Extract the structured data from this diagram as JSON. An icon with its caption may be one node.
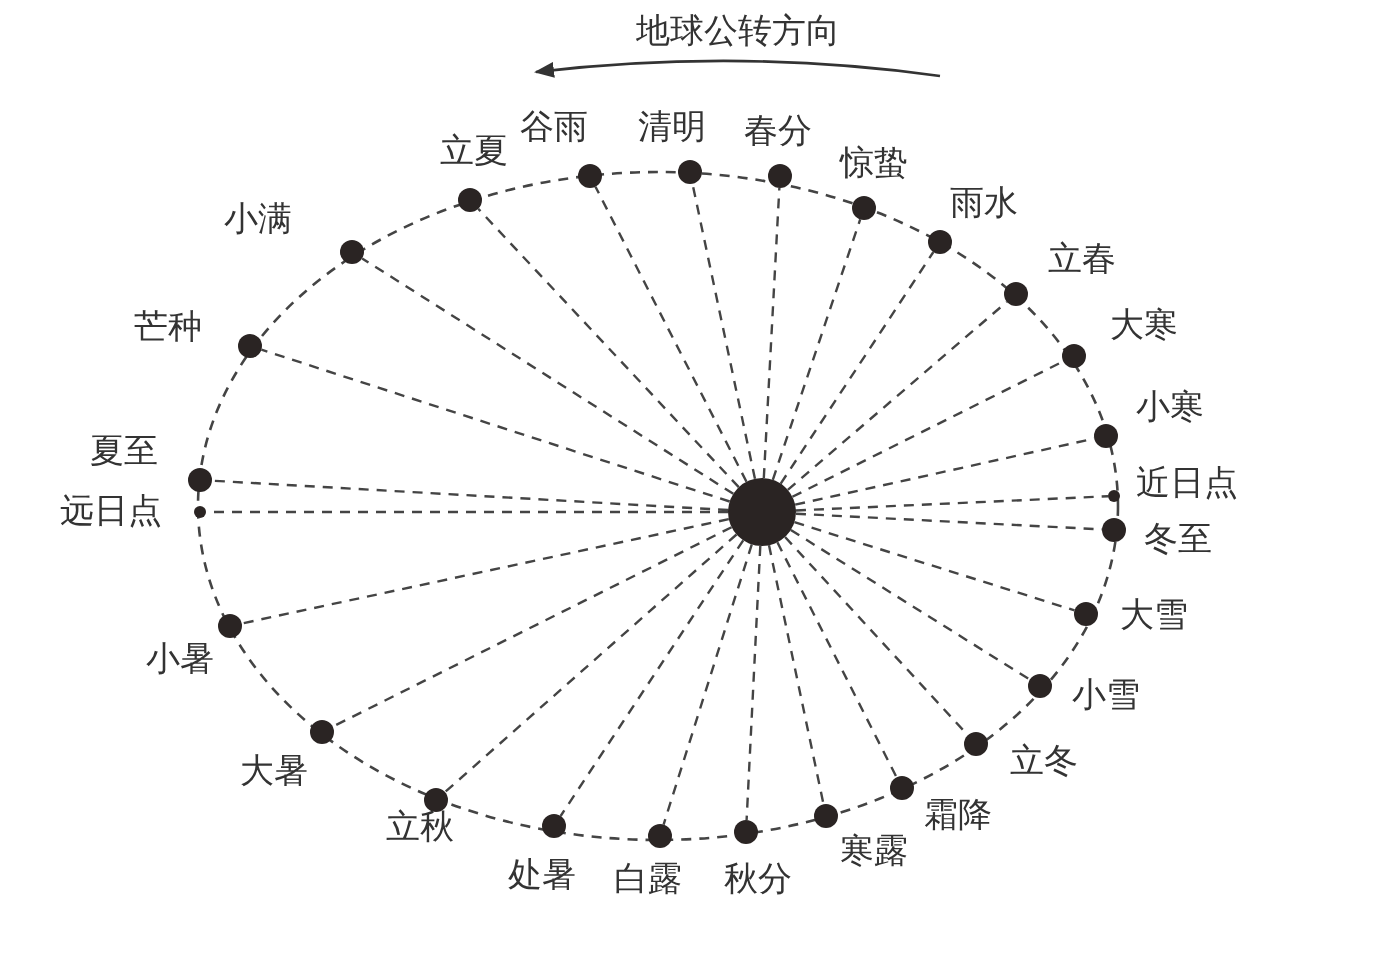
{
  "diagram": {
    "nodes": [
      {
        "text": [],
        "shape": "circle"
      },
      {
        "text": [],
        "shape": "circle",
        "beside": [
          "立夏"
        ]
      },
      {
        "text": [],
        "shape": "circle",
        "beside": [
          "谷雨"
        ]
      },
      {
        "text": [],
        "shape": "circle",
        "beside": [
          "清明"
        ]
      },
      {
        "text": [],
        "shape": "circle",
        "beside": [
          "春分"
        ]
      },
      {
        "text": [],
        "shape": "circle",
        "beside": [
          "惊蛰"
        ]
      },
      {
        "text": [],
        "shape": "circle",
        "beside": [
          "雨水"
        ]
      },
      {
        "text": [],
        "shape": "circle",
        "beside": [
          "立春"
        ]
      },
      {
        "text": [],
        "shape": "circle",
        "beside": [
          "大寒"
        ]
      },
      {
        "text": [],
        "shape": "circle",
        "beside": [
          "小寒"
        ]
      },
      {
        "text": [],
        "shape": "circle",
        "beside": [
          "近日点"
        ]
      },
      {
        "text": [],
        "shape": "circle",
        "beside": [
          "冬至"
        ]
      },
      {
        "text": [],
        "shape": "circle",
        "beside": [
          "大雪"
        ]
      },
      {
        "text": [],
        "shape": "circle",
        "beside": [
          "小雪"
        ]
      },
      {
        "text": [],
        "shape": "circle",
        "beside": [
          "立冬"
        ]
      },
      {
        "text": [],
        "shape": "circle",
        "beside": [
          "霜降"
        ]
      },
      {
        "text": [],
        "shape": "circle",
        "beside": [
          "寒露"
        ]
      },
      {
        "text": [],
        "shape": "circle",
        "beside": [
          "秋分"
        ]
      },
      {
        "text": [],
        "shape": "circle",
        "beside": [
          "白露"
        ]
      },
      {
        "text": [],
        "shape": "circle",
        "beside": [
          "处暑"
        ]
      },
      {
        "text": [],
        "shape": "circle",
        "beside": [
          "立秋"
        ]
      },
      {
        "text": [],
        "shape": "circle",
        "beside": [
          "大暑"
        ]
      },
      {
        "text": [],
        "shape": "circle",
        "beside": [
          "小暑"
        ]
      },
      {
        "text": [],
        "shape": "circle",
        "beside": [
          "远日点"
        ]
      },
      {
        "text": [],
        "shape": "circle",
        "beside": [
          "夏至"
        ]
      },
      {
        "text": [],
        "shape": "circle",
        "beside": [
          "芒种"
        ]
      },
      {
        "text": [],
        "shape": "circle",
        "beside": [
          "小满"
        ]
      }
    ],
    "edges": [
      {
        "from": 0,
        "to": 1,
        "arrow": "none",
        "style": "dashed"
      },
      {
        "from": 0,
        "to": 2,
        "arrow": "none",
        "style": "dashed"
      },
      {
        "from": 0,
        "to": 3,
        "arrow": "none",
        "style": "dashed"
      },
      {
        "from": 0,
        "to": 4,
        "arrow": "none",
        "style": "dashed"
      },
      {
        "from": 0,
        "to": 5,
        "arrow": "none",
        "style": "dashed"
      },
      {
        "from": 0,
        "to": 6,
        "arrow": "none",
        "style": "dashed"
      },
      {
        "from": 0,
        "to": 7,
        "arrow": "none",
        "style": "dashed"
      },
      {
        "from": 0,
        "to": 8,
        "arrow": "none",
        "style": "dashed"
      },
      {
        "from": 0,
        "to": 9,
        "arrow": "none",
        "style": "dashed"
      },
      {
        "from": 0,
        "to": 10,
        "arrow": "none",
        "style": "dashed"
      },
      {
        "from": 0,
        "to": 11,
        "arrow": "none",
        "style": "dashed"
      },
      {
        "from": 0,
        "to": 12,
        "arrow": "none",
        "style": "dashed"
      },
      {
        "from": 0,
        "to": 13,
        "arrow": "none",
        "style": "dashed"
      },
      {
        "from": 0,
        "to": 14,
        "arrow": "none",
        "style": "dashed"
      },
      {
        "from": 0,
        "to": 15,
        "arrow": "none",
        "style": "dashed"
      },
      {
        "from": 0,
        "to": 16,
        "arrow": "none",
        "style": "dashed"
      },
      {
        "from": 0,
        "to": 17,
        "arrow": "none",
        "style": "dashed"
      },
      {
        "from": 0,
        "to": 18,
        "arrow": "none",
        "style": "dashed"
      },
      {
        "from": 0,
        "to": 19,
        "arrow": "none",
        "style": "dashed"
      },
      {
        "from": 0,
        "to": 20,
        "arrow": "none",
        "style": "dashed"
      },
      {
        "from": 0,
        "to": 21,
        "arrow": "none",
        "style": "dashed"
      },
      {
        "from": 0,
        "to": 22,
        "arrow": "none",
        "style": "dashed"
      },
      {
        "from": 0,
        "to": 23,
        "arrow": "none",
        "style": "dashed"
      },
      {
        "from": 0,
        "to": 24,
        "arrow": "none",
        "style": "dashed"
      },
      {
        "from": 0,
        "to": 25,
        "arrow": "none",
        "style": "dashed"
      },
      {
        "from": 0,
        "to": 26,
        "arrow": "none",
        "style": "dashed"
      }
    ],
    "labels": [
      "地球公转方向"
    ]
  }
}
